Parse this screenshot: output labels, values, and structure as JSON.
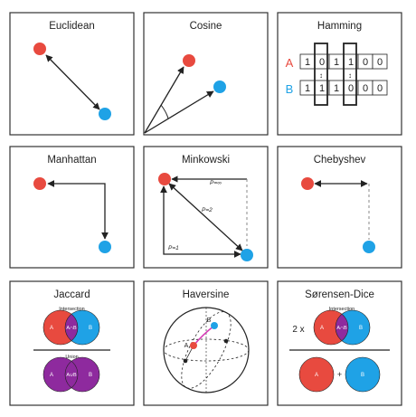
{
  "panels": {
    "euclidean": {
      "title": "Euclidean"
    },
    "cosine": {
      "title": "Cosine"
    },
    "hamming": {
      "title": "Hamming",
      "label_a": "A",
      "label_b": "B",
      "bits_a": [
        "1",
        "0",
        "1",
        "1",
        "0",
        "0"
      ],
      "bits_b": [
        "1",
        "1",
        "1",
        "0",
        "0",
        "0"
      ]
    },
    "manhattan": {
      "title": "Manhattan"
    },
    "minkowski": {
      "title": "Minkowski",
      "p_inf": "P=∞",
      "p_2": "P=2",
      "p_1": "P=1"
    },
    "chebyshev": {
      "title": "Chebyshev"
    },
    "jaccard": {
      "title": "Jaccard",
      "intersection": "Intersection",
      "union": "Union",
      "a": "A",
      "b": "B",
      "a_cap_b": "A∩B",
      "a_cup_b": "A∪B"
    },
    "haversine": {
      "title": "Haversine",
      "a": "A",
      "b": "B"
    },
    "sorensen": {
      "title": "Sørensen-Dice",
      "factor": "2 x",
      "intersection": "Intersection",
      "a": "A",
      "b": "B",
      "a_cap_b": "A∩B",
      "plus": "+"
    }
  },
  "colors": {
    "red": "#e84a3f",
    "blue": "#1fa2e6",
    "purple": "#8e2a9e",
    "line": "#222222",
    "frame": "#333333"
  }
}
